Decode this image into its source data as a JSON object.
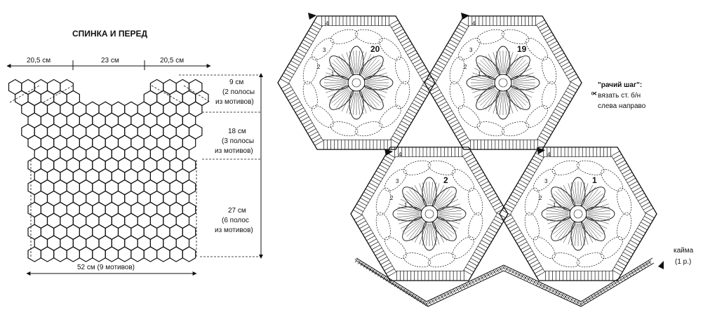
{
  "schematic": {
    "title": "СПИНКА И ПЕРЕД",
    "top_widths": [
      "20,5 см",
      "23 см",
      "20,5 см"
    ],
    "right_measures": [
      {
        "value": "9 см",
        "note1": "(2 полосы",
        "note2": "из мотивов)"
      },
      {
        "value": "18 см",
        "note1": "(3 полосы",
        "note2": "из мотивов)"
      },
      {
        "value": "27 см",
        "note1": "(6 полос",
        "note2": "из мотивов)"
      }
    ],
    "bottom_width": "52 см (9 мотивов)",
    "shape": "hexagon-grid"
  },
  "chart": {
    "motifs": [
      {
        "number": "20",
        "round_marks": [
          "1",
          "2",
          "3",
          "4"
        ]
      },
      {
        "number": "19",
        "round_marks": [
          "1",
          "2",
          "3",
          "4"
        ]
      },
      {
        "number": "2",
        "round_marks": [
          "1",
          "2",
          "3",
          "4"
        ]
      },
      {
        "number": "1",
        "round_marks": [
          "1",
          "2",
          "3",
          "4"
        ]
      }
    ],
    "legend": {
      "symbol": "x̃",
      "title": "\"рачий шаг\":",
      "line1": "вязать ст. б/н",
      "line2": "слева направо"
    },
    "border_label": {
      "line1": "кайма",
      "line2": "(1 р.)"
    }
  }
}
